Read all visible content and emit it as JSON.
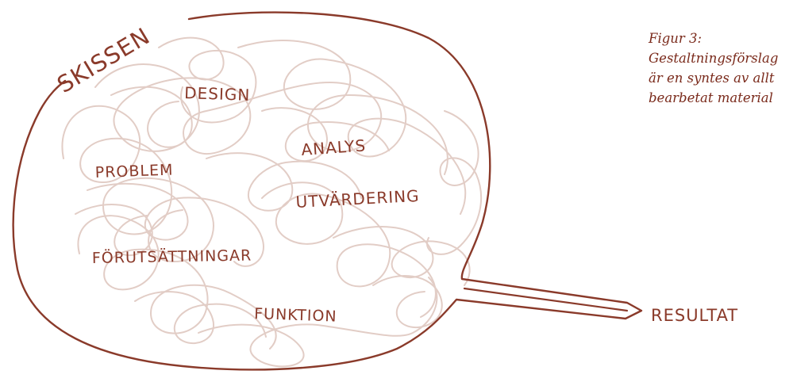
{
  "diagram": {
    "title": "SKISSEN",
    "output": "RESULTAT",
    "labels": {
      "design": "DESIGN",
      "analys": "ANALYS",
      "problem": "PROBLEM",
      "utvardering": "UTVÄRDERING",
      "forutsattningar": "FÖRUTSÄTTNINGAR",
      "funktion": "FUNKTION"
    }
  },
  "caption": {
    "line1": "Figur 3:",
    "line2": "Gestaltningsförslag",
    "line3": "är en syntes av allt",
    "line4": "bearbetat material"
  },
  "colors": {
    "outline": "#8a3a2a",
    "scribble": "#e2cdc6",
    "text": "#8a3a2a"
  }
}
